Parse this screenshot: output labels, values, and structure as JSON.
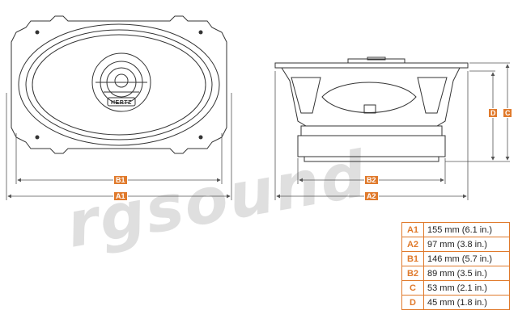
{
  "brand_label": "HERTZ",
  "watermark_text": "rgsound",
  "colors": {
    "accent": "#e07a2c",
    "line": "#333333",
    "dim_line": "#555555"
  },
  "dimension_labels": {
    "b1": "B1",
    "a1": "A1",
    "b2": "B2",
    "a2": "A2",
    "d": "D",
    "c": "C"
  },
  "specs": [
    {
      "code": "A1",
      "value": "155 mm (6.1 in.)"
    },
    {
      "code": "A2",
      "value": "97 mm (3.8 in.)"
    },
    {
      "code": "B1",
      "value": "146 mm (5.7 in.)"
    },
    {
      "code": "B2",
      "value": "89 mm (3.5 in.)"
    },
    {
      "code": "C",
      "value": "53 mm (2.1 in.)"
    },
    {
      "code": "D",
      "value": "45 mm (1.8 in.)"
    }
  ]
}
